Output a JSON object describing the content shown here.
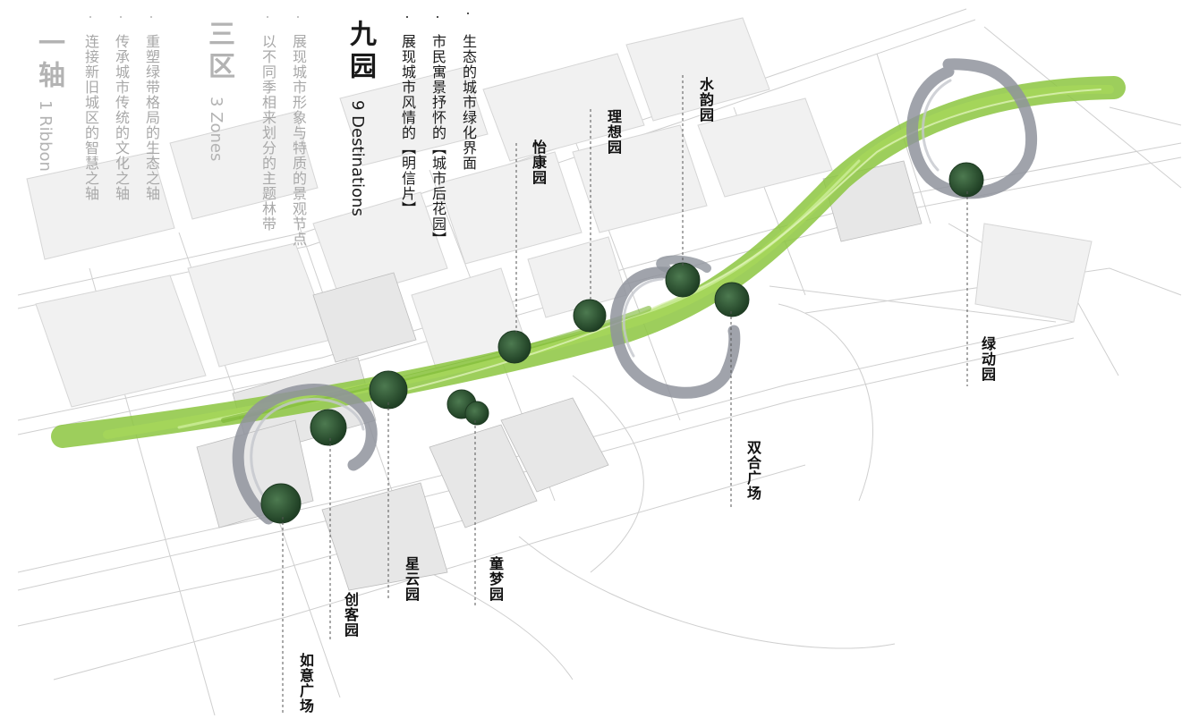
{
  "legend": {
    "axis": {
      "title": "一轴",
      "subtitle": "1 Ribbon",
      "lines": [
        "重塑绿带格局的生态之轴",
        "传承城市传统的文化之轴",
        "连接新旧城区的智慧之轴"
      ]
    },
    "zones": {
      "title": "三区",
      "subtitle": "3 Zones",
      "lines": [
        "展现城市形象与特质的景观节点",
        "以不同季相来划分的主题林带"
      ]
    },
    "destinations": {
      "title": "九园",
      "subtitle": "9 Destinations",
      "lines": [
        "生态的城市绿化界面",
        "市民寓景抒怀的【城市后花园】",
        "展现城市风情的【明信片】"
      ]
    }
  },
  "gardens": [
    {
      "name": "如意广场"
    },
    {
      "name": "创客园"
    },
    {
      "name": "星云园"
    },
    {
      "name": "童梦园"
    },
    {
      "name": "怡康园"
    },
    {
      "name": "理想园"
    },
    {
      "name": "水韵园"
    },
    {
      "name": "双合广场"
    },
    {
      "name": "绿动园"
    }
  ],
  "colors": {
    "ribbon": "#8cc63f",
    "ribbon_light": "#b8e07a",
    "ring": "#8f939c",
    "tree": "#2f5a34",
    "map_lines": "#c9c9c9",
    "legend_gray": "#b3b3b3",
    "legend_dark": "#1a1a1a"
  }
}
